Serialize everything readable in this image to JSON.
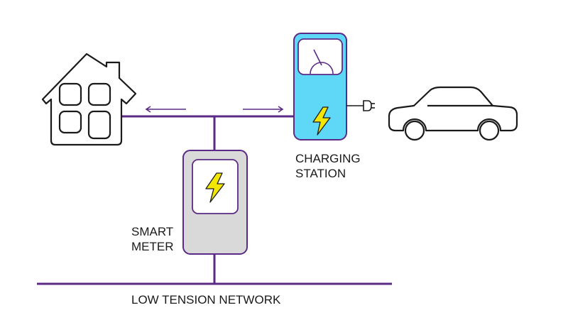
{
  "labels": {
    "charging_station_line1": "CHARGING",
    "charging_station_line2": "STATION",
    "smart_meter_line1": "SMART",
    "smart_meter_line2": "METER",
    "network": "LOW TENSION NETWORK"
  },
  "colors": {
    "wire": "#5b2a86",
    "station_fill": "#5fd8f7",
    "meter_fill": "#d9d9d9",
    "bolt": "#f3e600",
    "outline": "#1a1a1a"
  },
  "icons": [
    "house-icon",
    "car-icon",
    "plug-icon",
    "gauge-icon",
    "lightning-bolt-icon"
  ]
}
